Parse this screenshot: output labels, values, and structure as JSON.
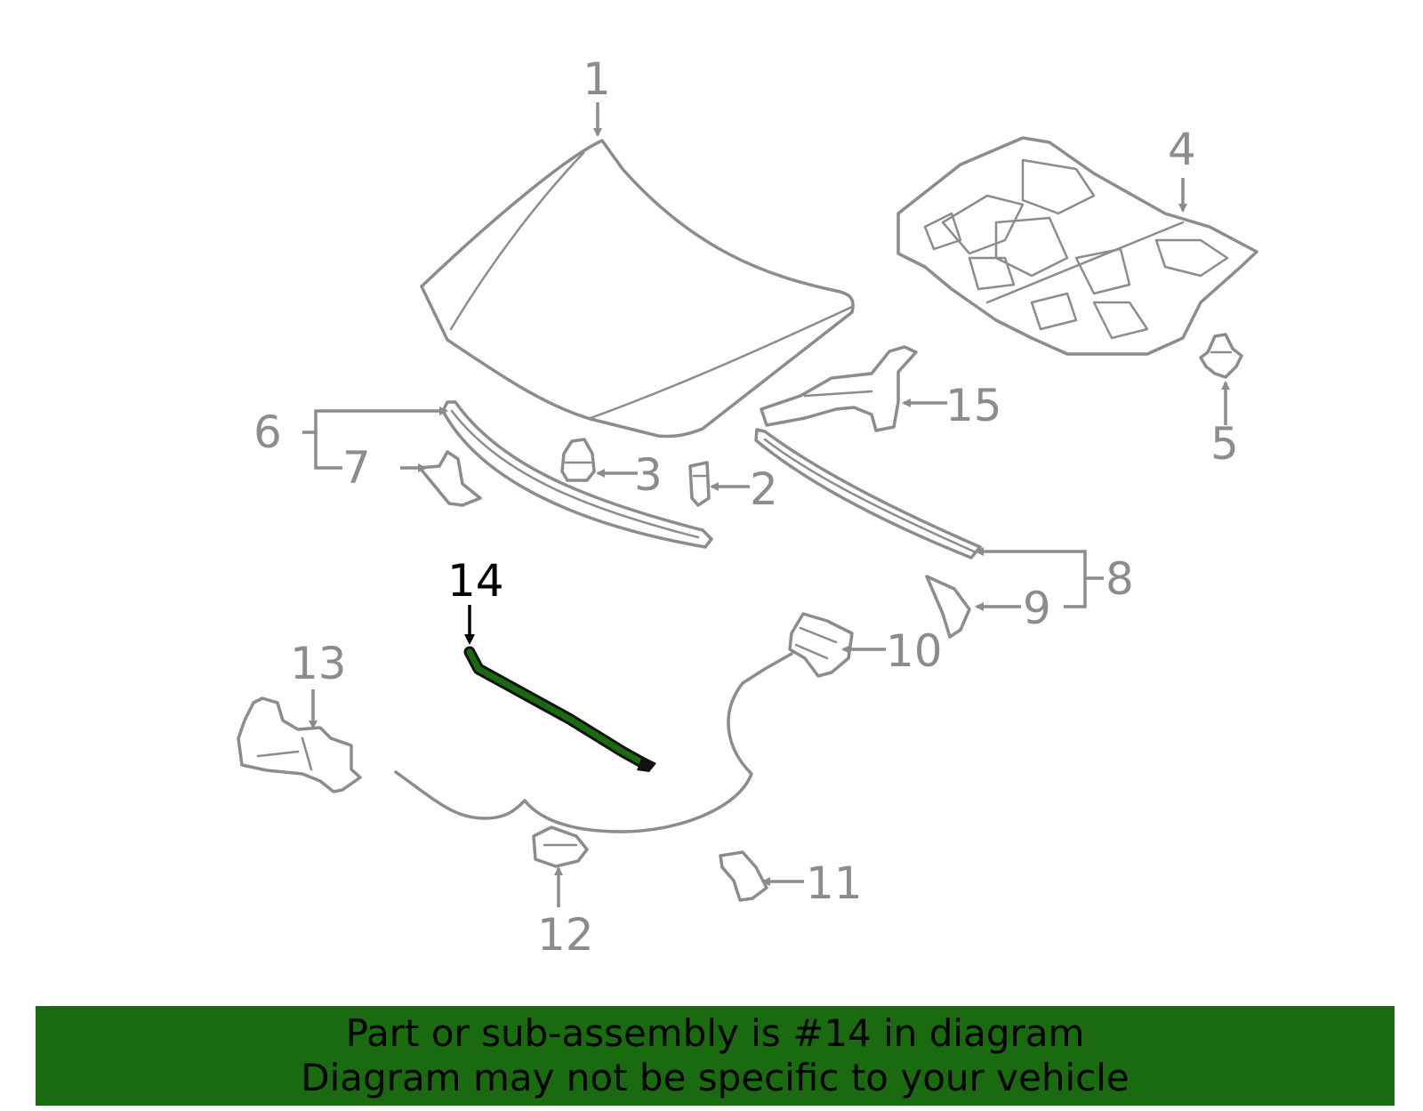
{
  "diagram": {
    "highlight": "14",
    "highlight_color": "#1a6a10",
    "line_color": "#8c8c8c",
    "callouts": {
      "c1": "1",
      "c2": "2",
      "c3": "3",
      "c4": "4",
      "c5": "5",
      "c6": "6",
      "c7": "7",
      "c8": "8",
      "c9": "9",
      "c10": "10",
      "c11": "11",
      "c12": "12",
      "c13": "13",
      "c14": "14",
      "c15": "15"
    }
  },
  "banner": {
    "background": "#1a6a10",
    "line1": "Part or sub-assembly is #14 in diagram",
    "line2": "Diagram may not be specific to your vehicle"
  }
}
